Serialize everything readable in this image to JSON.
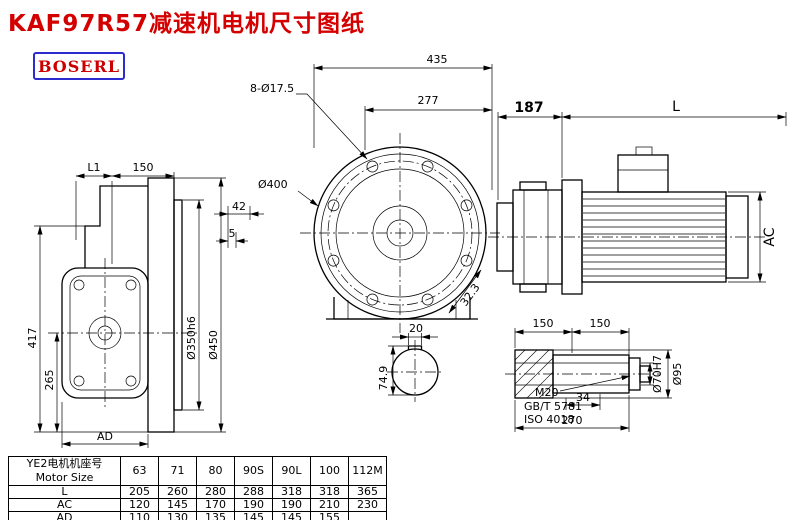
{
  "page": {
    "title": "KAF97R57减速机电机尺寸图纸",
    "brand": "BOSERL"
  },
  "dims": {
    "left": {
      "L1": "L1",
      "w150": "150",
      "w42": "42",
      "w5": "5",
      "h417": "417",
      "h265": "265",
      "AD": "AD",
      "flange_spigot": "Ø350h6",
      "flange_od": "Ø450"
    },
    "front": {
      "w435": "435",
      "w277": "277",
      "bolt_holes": "8-Ø17.5",
      "face_dia": "Ø400",
      "chamfer": "32.3"
    },
    "side": {
      "adapter": "187",
      "motor_len": "L",
      "motor_dia": "AC"
    },
    "keyway": {
      "width": "20",
      "depth": "74.9"
    },
    "shaft": {
      "seg1": "150",
      "seg2": "150",
      "thread": "M20",
      "std1": "GB/T 5781",
      "std2": "ISO 4018",
      "len34": "34",
      "len270": "270",
      "bore": "Ø70H7",
      "od": "Ø95"
    }
  },
  "table": {
    "header_cn": "YE2电机机座号",
    "header_en": "Motor Size",
    "columns": [
      "63",
      "71",
      "80",
      "90S",
      "90L",
      "100",
      "112M"
    ],
    "rows": [
      {
        "label": "L",
        "values": [
          "205",
          "260",
          "280",
          "288",
          "318",
          "318",
          "365"
        ]
      },
      {
        "label": "AC",
        "values": [
          "120",
          "145",
          "170",
          "190",
          "190",
          "210",
          "230"
        ]
      },
      {
        "label": "AD",
        "values": [
          "110",
          "130",
          "135",
          "145",
          "145",
          "155",
          ""
        ]
      }
    ]
  }
}
